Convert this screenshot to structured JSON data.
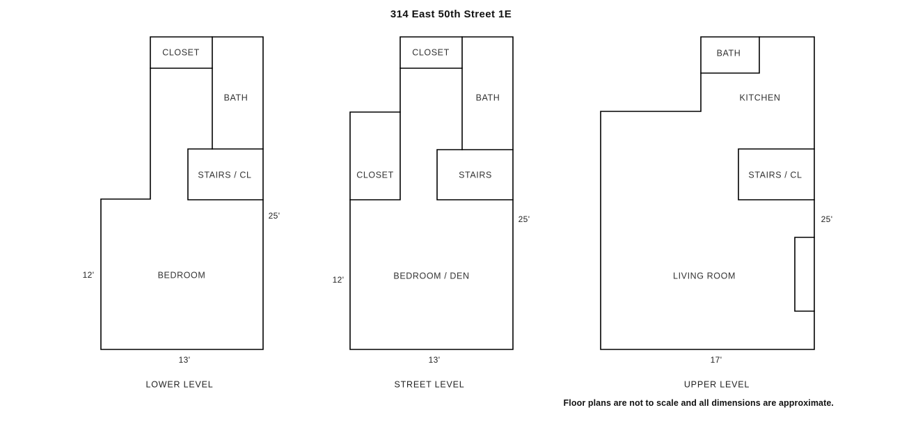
{
  "title": "314 East 50th Street  1E",
  "disclaimer": "Floor plans are not to scale and all dimensions are approximate.",
  "levels": [
    {
      "id": "lower",
      "name": "LOWER LEVEL",
      "rooms": [
        {
          "key": "closet",
          "label": "CLOSET"
        },
        {
          "key": "bath",
          "label": "BATH"
        },
        {
          "key": "stairs",
          "label": "STAIRS / CL"
        },
        {
          "key": "bedroom",
          "label": "BEDROOM"
        }
      ],
      "dimensions": {
        "left": "12'",
        "right": "25'",
        "bottom": "13'"
      }
    },
    {
      "id": "street",
      "name": "STREET LEVEL",
      "rooms": [
        {
          "key": "closet_top",
          "label": "CLOSET"
        },
        {
          "key": "bath",
          "label": "BATH"
        },
        {
          "key": "closet_left",
          "label": "CLOSET"
        },
        {
          "key": "stairs",
          "label": "STAIRS"
        },
        {
          "key": "bedroom_den",
          "label": "BEDROOM / DEN"
        }
      ],
      "dimensions": {
        "left": "12'",
        "right": "25'",
        "bottom": "13'"
      }
    },
    {
      "id": "upper",
      "name": "UPPER LEVEL",
      "rooms": [
        {
          "key": "bath",
          "label": "BATH"
        },
        {
          "key": "kitchen",
          "label": "KITCHEN"
        },
        {
          "key": "stairs",
          "label": "STAIRS / CL"
        },
        {
          "key": "living_room",
          "label": "LIVING ROOM"
        }
      ],
      "dimensions": {
        "right": "25'",
        "bottom": "17'"
      }
    }
  ]
}
